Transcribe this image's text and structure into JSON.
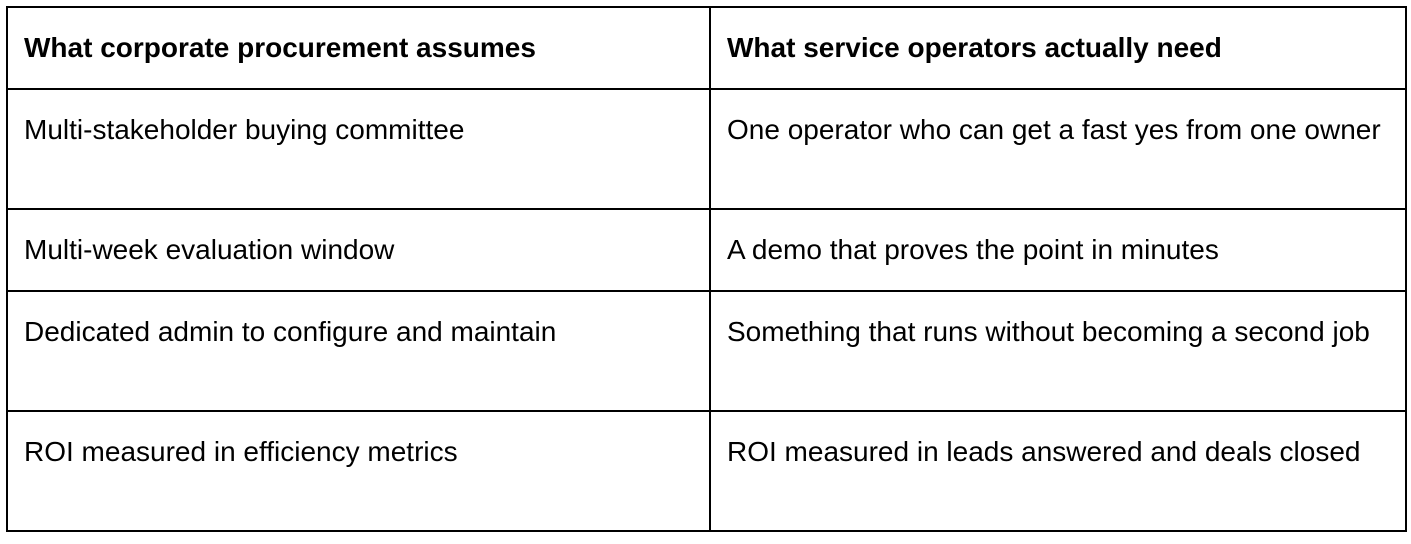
{
  "table": {
    "headers": [
      "What corporate procurement assumes",
      "What service operators actually need"
    ],
    "rows": [
      [
        "Multi-stakeholder buying committee",
        "One operator who can get a fast yes from one owner"
      ],
      [
        "Multi-week evaluation window",
        "A demo that proves the point in minutes"
      ],
      [
        "Dedicated admin to configure and maintain",
        "Something that runs without becoming a second job"
      ],
      [
        "ROI measured in efficiency metrics",
        "ROI measured in leads answered and deals closed"
      ]
    ]
  }
}
